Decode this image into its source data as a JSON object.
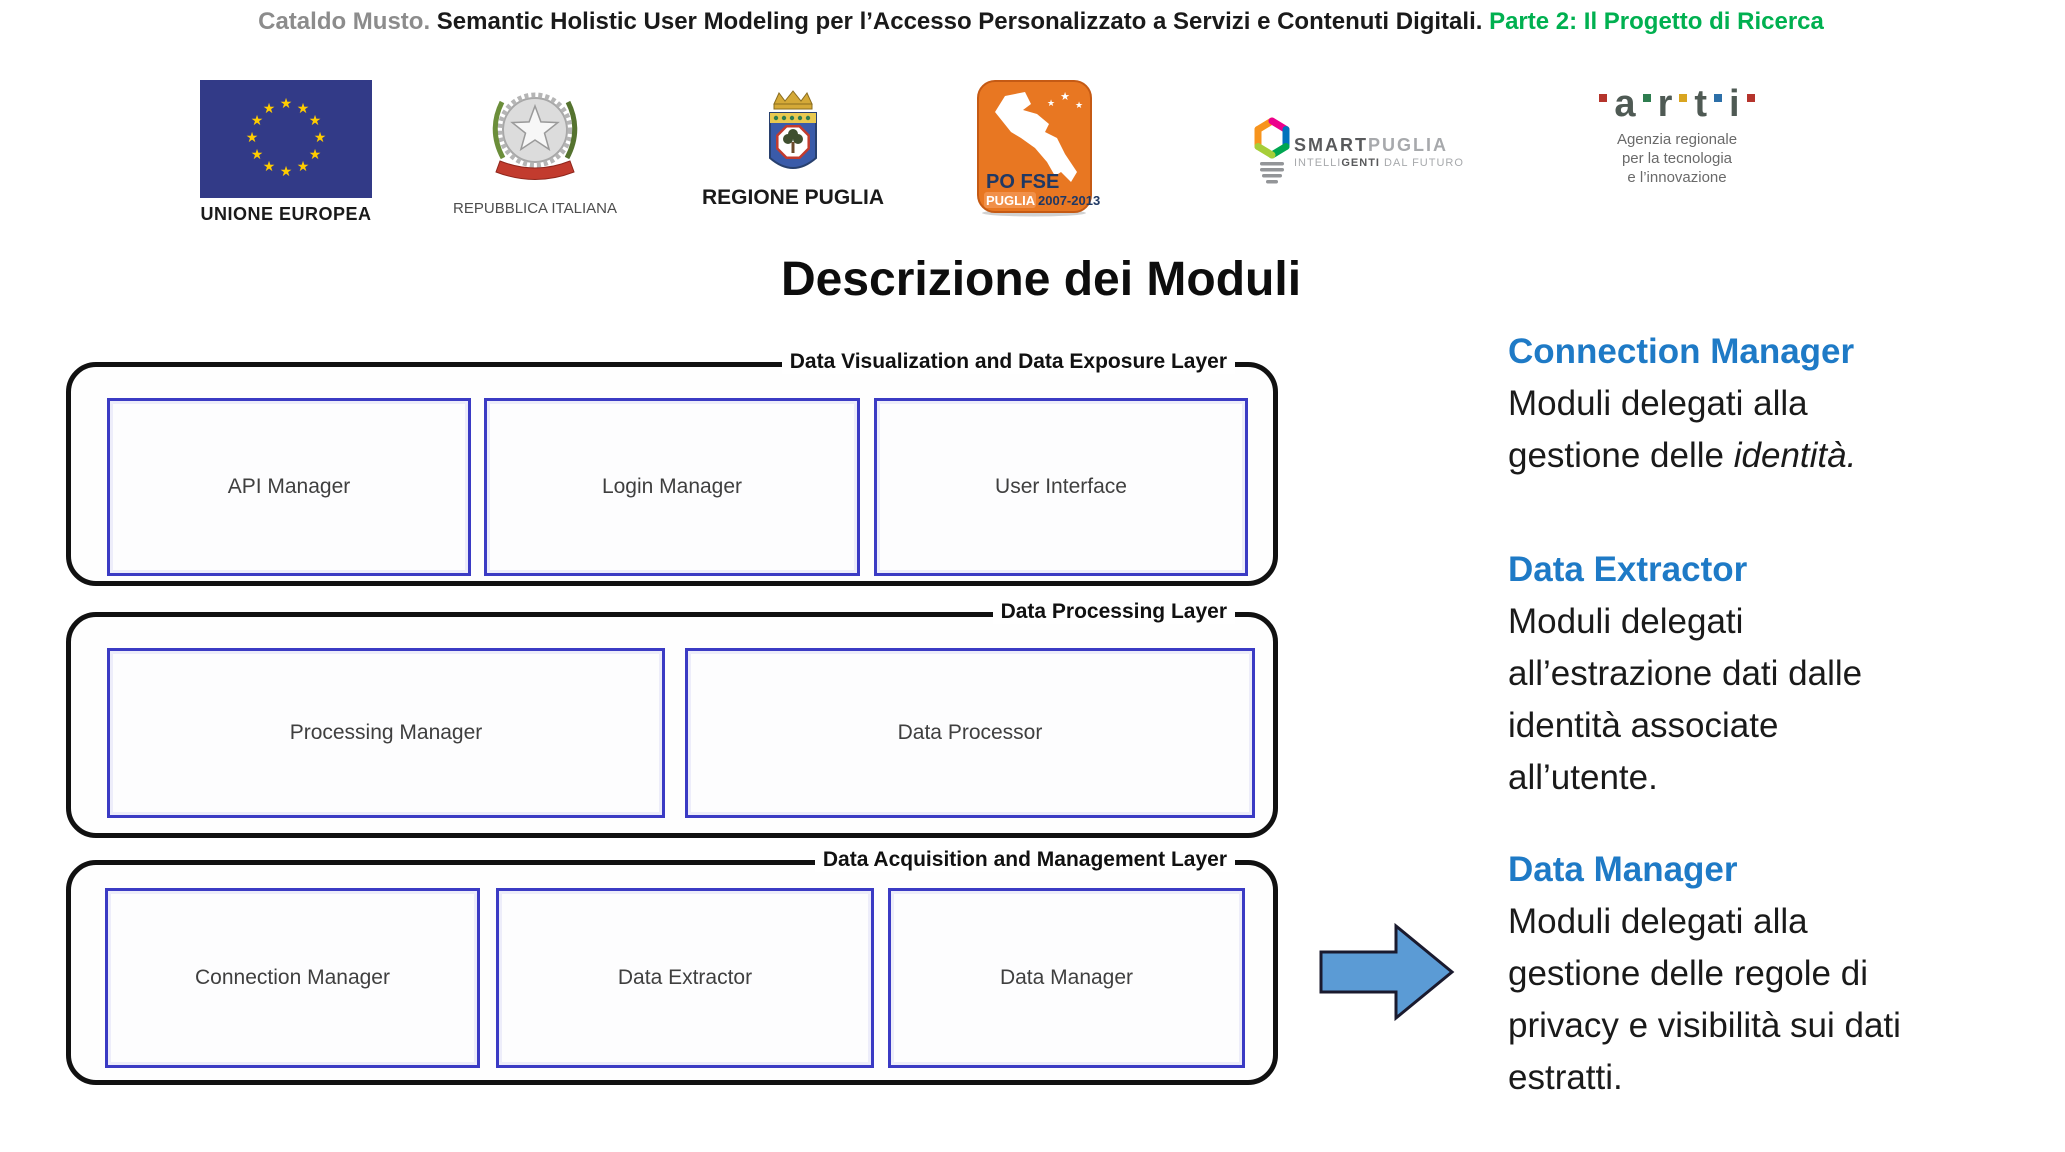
{
  "header": {
    "author": "Cataldo Musto. ",
    "title": "Semantic Holistic User Modeling per l’Accesso Personalizzato a Servizi e Contenuti Digitali. ",
    "part": "Parte 2: Il Progetto di Ricerca",
    "author_color": "#8C8C8C",
    "title_color": "#1A1A1A",
    "part_color": "#00B050"
  },
  "logos": {
    "eu": {
      "label": "UNIONE EUROPEA",
      "flag_blue": "#323A87",
      "star_yellow": "#FFCC00"
    },
    "italy": {
      "label": "REPUBBLICA ITALIANA"
    },
    "regione_puglia": {
      "label": "REGIONE PUGLIA"
    },
    "po_fse": {
      "title": "PO FSE",
      "region": "PUGLIA",
      "years": "2007-2013",
      "orange": "#E87722",
      "navy": "#1F3864"
    },
    "smartpuglia": {
      "brand_strong": "SMART",
      "brand_light": "PUGLIA",
      "tag_pre": "INTELLI",
      "tag_strong": "GENTI",
      "tag_post": " DAL FUTURO"
    },
    "arti": {
      "letters": [
        "a",
        "r",
        "t",
        "i"
      ],
      "dot_colors": [
        "#B5342C",
        "#2E7D4F",
        "#D9A520",
        "#2C6FA8",
        "#B5342C"
      ],
      "sub_lines": [
        "Agenzia regionale",
        "per la tecnologia",
        "e l’innovazione"
      ]
    }
  },
  "slide_title": "Descrizione dei Moduli",
  "diagram": {
    "module_border_color": "#3B3BC4",
    "layers": [
      {
        "label": "Data Visualization and Data Exposure Layer",
        "modules": [
          "API Manager",
          "Login Manager",
          "User Interface"
        ]
      },
      {
        "label": "Data Processing Layer",
        "modules": [
          "Processing Manager",
          "Data Processor"
        ]
      },
      {
        "label": "Data Acquisition and Management Layer",
        "modules": [
          "Connection Manager",
          "Data Extractor",
          "Data Manager"
        ]
      }
    ]
  },
  "notes": {
    "heading_color": "#1E7AC6",
    "items": [
      {
        "heading": "Connection Manager",
        "body": [
          {
            "plain": "Moduli delegati alla"
          },
          {
            "plain": "gestione delle ",
            "italic": "identità."
          }
        ]
      },
      {
        "heading": "Data Extractor",
        "body": [
          {
            "plain": "Moduli delegati"
          },
          {
            "plain": "all’estrazione dati dalle"
          },
          {
            "plain": "identità associate"
          },
          {
            "plain": "all’utente."
          }
        ]
      },
      {
        "heading": "Data Manager",
        "body": [
          {
            "plain": "Moduli delegati alla"
          },
          {
            "plain": "gestione delle regole di"
          },
          {
            "plain": "privacy e visibilità sui dati"
          },
          {
            "plain": "estratti."
          }
        ]
      }
    ]
  },
  "arrow": {
    "fill": "#5B9BD5",
    "stroke": "#1A1A2E"
  }
}
